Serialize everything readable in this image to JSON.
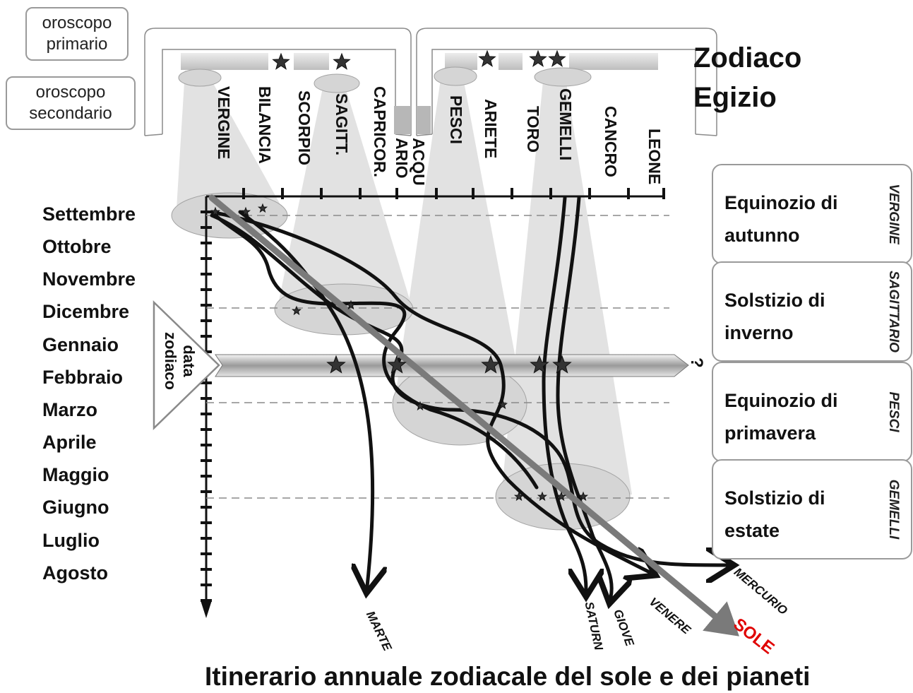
{
  "title": {
    "line1": "Zodiaco",
    "line2": "Egizio"
  },
  "callouts": {
    "primary": "oroscopo\nprimario",
    "secondary": "oroscopo\nsecondario"
  },
  "signs": [
    "VERGINE",
    "BILANCIA",
    "SCORPIO",
    "SAGITT.",
    "CAPRICOR.",
    "ACQU\nARIO",
    "PESCI",
    "ARIETE",
    "TORO",
    "GEMELLI",
    "CANCRO",
    "LEONE"
  ],
  "months": [
    "Settembre",
    "Ottobre",
    "Novembre",
    "Dicembre",
    "Gennaio",
    "Febbraio",
    "Marzo",
    "Aprile",
    "Maggio",
    "Giugno",
    "Luglio",
    "Agosto"
  ],
  "date_marker": "data\nzodiaco",
  "events": [
    {
      "label": "Equinozio di\nautunno",
      "sign": "VERGINE"
    },
    {
      "label": "Solstizio di\ninverno",
      "sign": "SAGITTARIO"
    },
    {
      "label": "Equinozio di\nprimavera",
      "sign": "PESCI"
    },
    {
      "label": "Solstizio di\nestate",
      "sign": "GEMELLI"
    }
  ],
  "planets": {
    "marte": "MARTE",
    "saturno": "SATURN",
    "giove": "GIOVE",
    "venere": "VENERE",
    "mercurio": "MERCURIO",
    "sole": "SOLE"
  },
  "bar_end_mark": "?",
  "caption": "Itinerario annuale zodiacale del sole e dei pianeti",
  "colors": {
    "sun_label": "#e00000",
    "sun_path": "#7a7a7a",
    "cone": "#e2e2e2",
    "ellipse": "#d7d7d7",
    "box_border": "#9a9a9a"
  }
}
